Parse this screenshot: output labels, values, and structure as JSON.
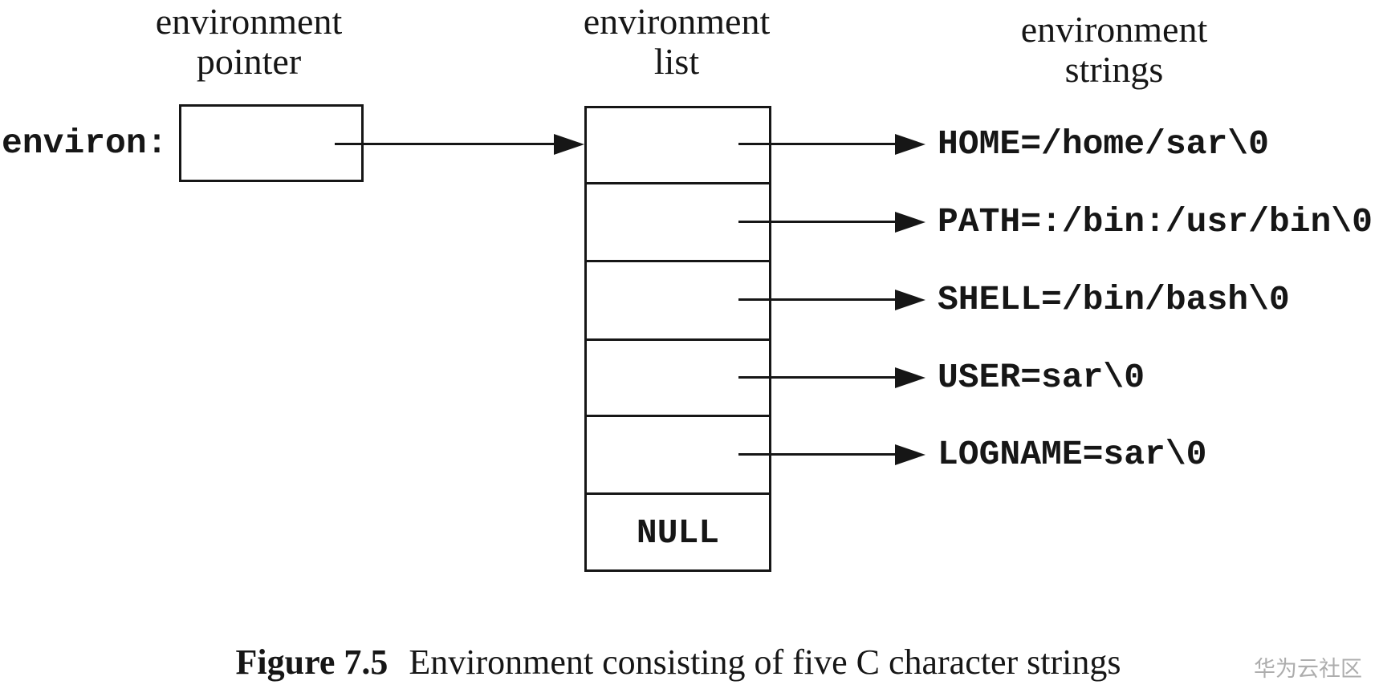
{
  "page": {
    "background": "#ffffff",
    "ink": "#161616"
  },
  "headers": {
    "pointer": {
      "line1": "environment",
      "line2": "pointer"
    },
    "list": {
      "line1": "environment",
      "line2": "list"
    },
    "strings": {
      "line1": "environment",
      "line2": "strings"
    }
  },
  "pointer": {
    "variable_label": "environ:"
  },
  "list": {
    "cell_count": 6,
    "null_label": "NULL"
  },
  "environment_strings": [
    "HOME=/home/sar\\0",
    "PATH=:/bin:/usr/bin\\0",
    "SHELL=/bin/bash\\0",
    "USER=sar\\0",
    "LOGNAME=sar\\0"
  ],
  "caption": {
    "figure_label": "Figure 7.5",
    "text": "Environment consisting of five C character strings"
  },
  "watermark": {
    "text": "华为云社区",
    "color": "#adadad"
  }
}
